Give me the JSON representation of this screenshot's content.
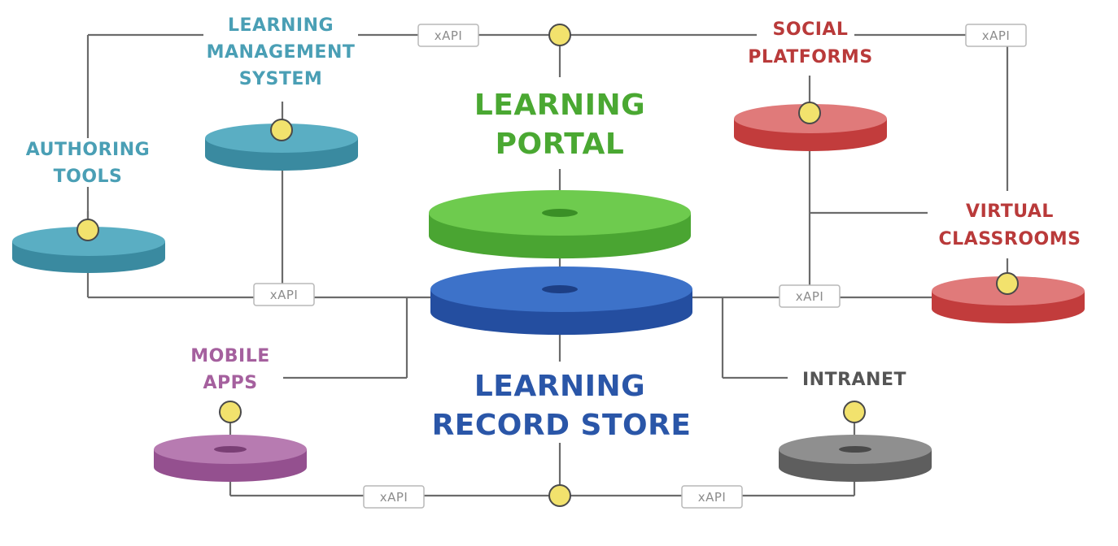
{
  "colors": {
    "lms": "#4a9fb5",
    "authoring": "#4a9fb5",
    "portal": "#5fbf3f",
    "lrs": "#2f5fb8",
    "social": "#cf4a4a",
    "virtual": "#cf4a4a",
    "mobile": "#a5609e",
    "intranet": "#7a7a7a",
    "connector_dot": "#f2e26d",
    "line": "#6b6b6b"
  },
  "nodes": {
    "lms": {
      "line1": "LEARNING",
      "line2": "MANAGEMENT",
      "line3": "SYSTEM"
    },
    "authoring": {
      "line1": "AUTHORING",
      "line2": "TOOLS"
    },
    "portal": {
      "line1": "LEARNING",
      "line2": "PORTAL"
    },
    "lrs": {
      "line1": "LEARNING",
      "line2": "RECORD STORE"
    },
    "social": {
      "line1": "SOCIAL",
      "line2": "PLATFORMS"
    },
    "virtual": {
      "line1": "VIRTUAL",
      "line2": "CLASSROOMS"
    },
    "mobile": {
      "line1": "MOBILE",
      "line2": "APPS"
    },
    "intranet": {
      "line1": "INTRANET"
    }
  },
  "badges": {
    "top_left": "xAPI",
    "top_right": "xAPI",
    "mid_left": "xAPI",
    "mid_right": "xAPI",
    "bottom_left": "xAPI",
    "bottom_right": "xAPI"
  }
}
